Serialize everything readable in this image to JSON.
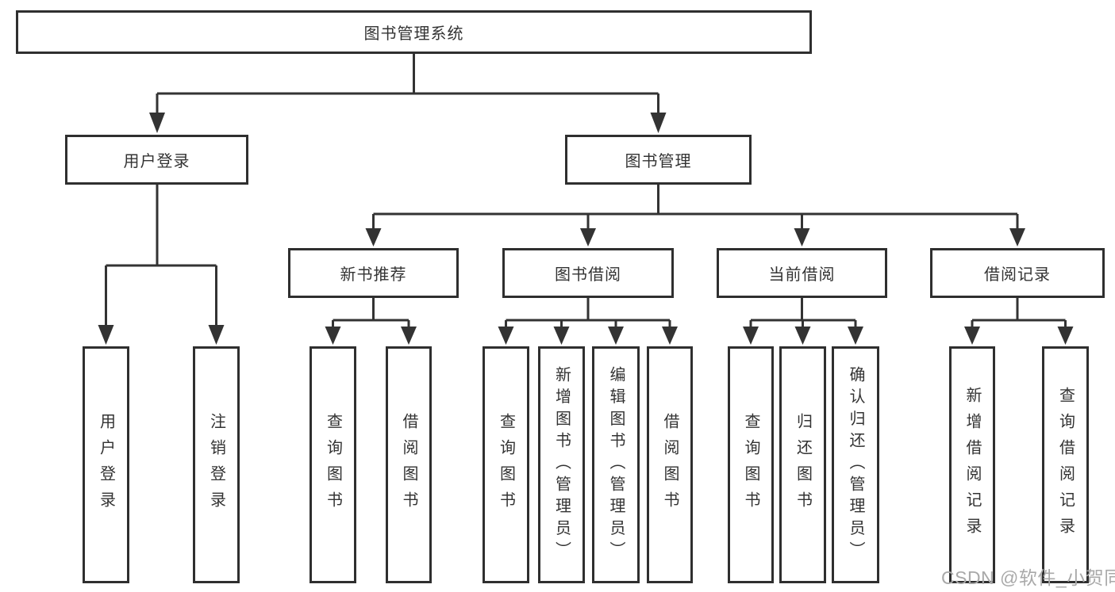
{
  "tree": {
    "label": "图书管理系统",
    "children": [
      {
        "label": "用户登录",
        "children": [
          {
            "label": "用户登录"
          },
          {
            "label": "注销登录"
          }
        ]
      },
      {
        "label": "图书管理",
        "children": [
          {
            "label": "新书推荐",
            "children": [
              {
                "label": "查询图书"
              },
              {
                "label": "借阅图书"
              }
            ]
          },
          {
            "label": "图书借阅",
            "children": [
              {
                "label": "查询图书"
              },
              {
                "label": "新增图书（管理员）"
              },
              {
                "label": "编辑图书（管理员）"
              },
              {
                "label": "借阅图书"
              }
            ]
          },
          {
            "label": "当前借阅",
            "children": [
              {
                "label": "查询图书"
              },
              {
                "label": "归还图书"
              },
              {
                "label": "确认归还（管理员）"
              }
            ]
          },
          {
            "label": "借阅记录",
            "children": [
              {
                "label": "新增借阅记录"
              },
              {
                "label": "查询借阅记录"
              }
            ]
          }
        ]
      }
    ]
  },
  "watermark": {
    "text": "CSDN @软件_小贺同学"
  },
  "colors": {
    "line": "#333333",
    "box_border": "#2f2f2f",
    "text": "#333333",
    "background": "#ffffff",
    "watermark": "#a9a9a9"
  }
}
